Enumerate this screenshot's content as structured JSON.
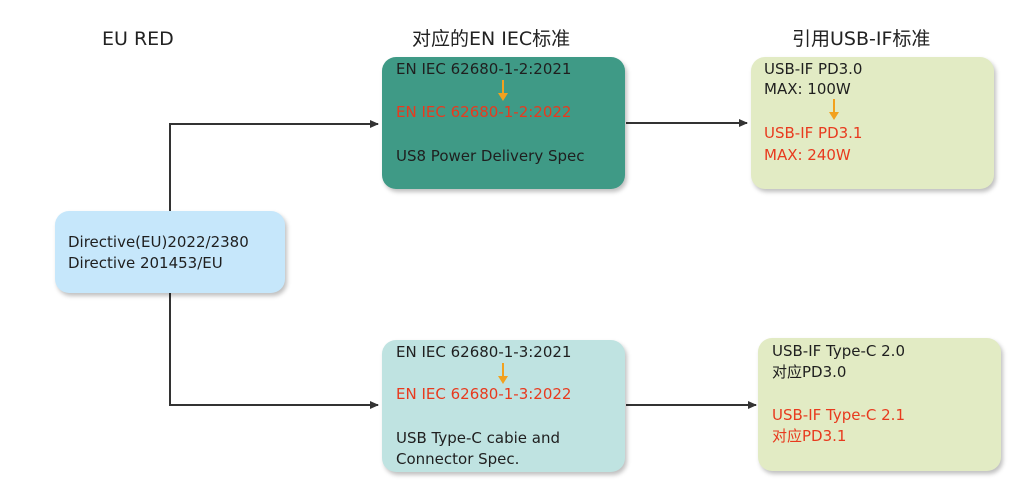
{
  "headers": {
    "col1": "EU RED",
    "col2": "对应的EN IEC标准",
    "col3": "引用USB-IF标准"
  },
  "directive_box": {
    "line1": "Directive(EU)2022/2380",
    "line2": "Directive 201453/EU"
  },
  "standard_top": {
    "old": "EN IEC 62680-1-2:2021",
    "new": "EN IEC 62680-1-2:2022",
    "desc": "US8 Power Delivery Spec"
  },
  "standard_bottom": {
    "old": "EN IEC 62680-1-3:2021",
    "new": "EN IEC 62680-1-3:2022",
    "desc1": "USB Type-C cabie and",
    "desc2": "Connector Spec."
  },
  "usbif_top": {
    "old1": "USB-IF PD3.0",
    "old2": "MAX: 100W",
    "new1": "USB-IF PD3.1",
    "new2": "MAX: 240W"
  },
  "usbif_bottom": {
    "old1": "USB-IF Type-C 2.0",
    "old2": "对应PD3.0",
    "new1": "USB-IF Type-C 2.1",
    "new2": "对应PD3.1"
  },
  "colors": {
    "directive_fill": "#c6e7fb",
    "standard_top_fill": "#3f9a86",
    "standard_bottom_fill": "#bfe3e1",
    "usbif_fill": "#e2ebc4",
    "highlight": "#e83a1e",
    "down_arrow": "#f2a11e",
    "connector": "#333333"
  }
}
